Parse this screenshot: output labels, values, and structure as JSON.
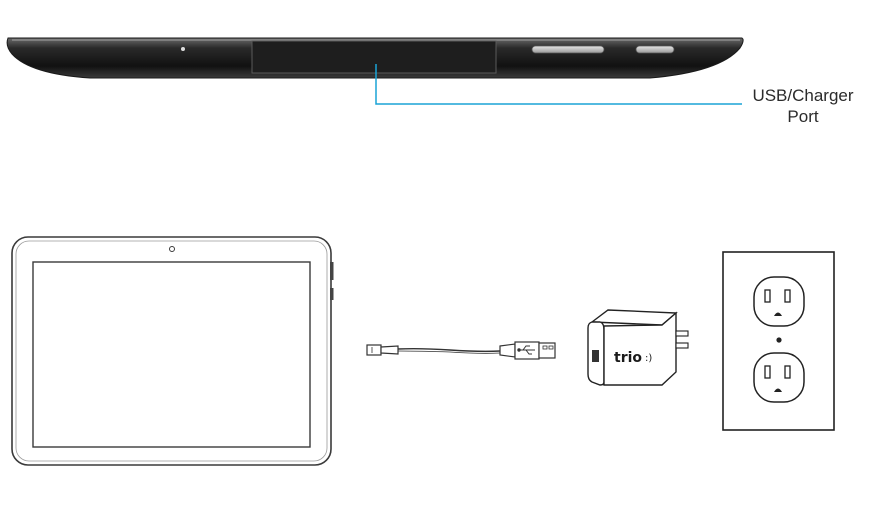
{
  "callout": {
    "line1": "USB/Charger",
    "line2": "Port",
    "color": "#1aa3d6"
  },
  "charger": {
    "brand_text": "trio",
    "brand_mark": ":)"
  }
}
